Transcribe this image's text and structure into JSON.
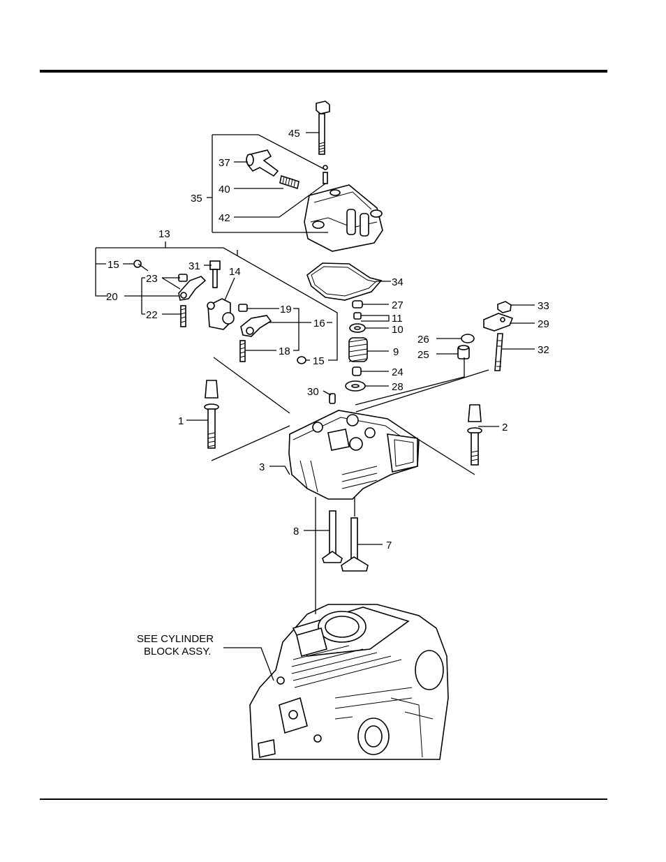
{
  "callouts": [
    {
      "id": "c45",
      "label": "45"
    },
    {
      "id": "c37",
      "label": "37"
    },
    {
      "id": "c40",
      "label": "40"
    },
    {
      "id": "c35",
      "label": "35"
    },
    {
      "id": "c42",
      "label": "42"
    },
    {
      "id": "c13",
      "label": "13"
    },
    {
      "id": "c15a",
      "label": "15"
    },
    {
      "id": "c31",
      "label": "31"
    },
    {
      "id": "c14",
      "label": "14"
    },
    {
      "id": "c34",
      "label": "34"
    },
    {
      "id": "c23",
      "label": "23"
    },
    {
      "id": "c20",
      "label": "20"
    },
    {
      "id": "c27",
      "label": "27"
    },
    {
      "id": "c33",
      "label": "33"
    },
    {
      "id": "c19",
      "label": "19"
    },
    {
      "id": "c11",
      "label": "11"
    },
    {
      "id": "c22",
      "label": "22"
    },
    {
      "id": "c16",
      "label": "16"
    },
    {
      "id": "c10",
      "label": "10"
    },
    {
      "id": "c29",
      "label": "29"
    },
    {
      "id": "c26",
      "label": "26"
    },
    {
      "id": "c9",
      "label": "9"
    },
    {
      "id": "c18",
      "label": "18"
    },
    {
      "id": "c25",
      "label": "25"
    },
    {
      "id": "c32",
      "label": "32"
    },
    {
      "id": "c15b",
      "label": "15"
    },
    {
      "id": "c24",
      "label": "24"
    },
    {
      "id": "c28",
      "label": "28"
    },
    {
      "id": "c30",
      "label": "30"
    },
    {
      "id": "c1",
      "label": "1"
    },
    {
      "id": "c2",
      "label": "2"
    },
    {
      "id": "c3",
      "label": "3"
    },
    {
      "id": "c8",
      "label": "8"
    },
    {
      "id": "c7",
      "label": "7"
    }
  ],
  "note": {
    "line1": "SEE CYLINDER",
    "line2": "BLOCK ASSY."
  }
}
